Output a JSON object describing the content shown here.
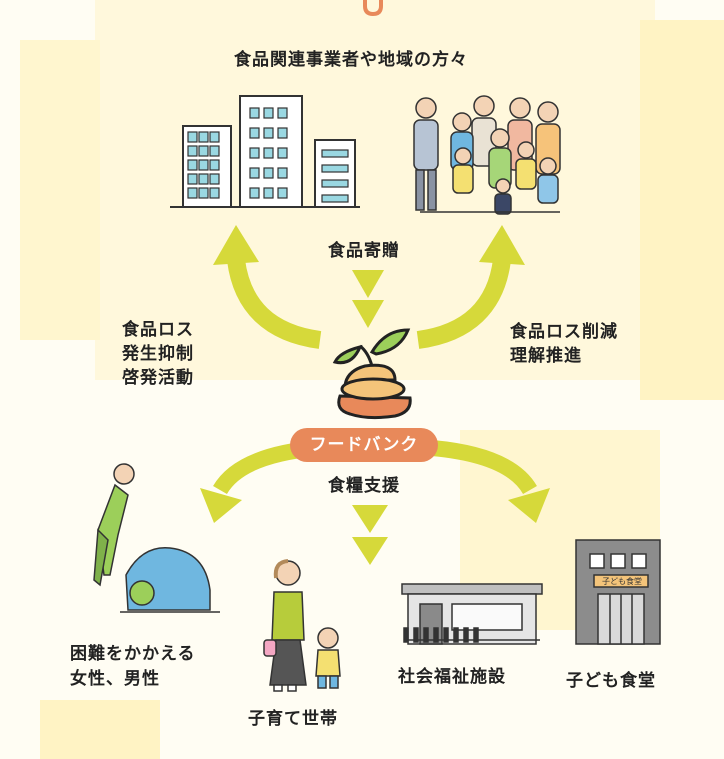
{
  "colors": {
    "background": "#fffdf3",
    "patch_light": "#fff7d6",
    "patch_mid": "#fff2bf",
    "arrow": "#d6d93a",
    "accent_orange": "#e8895a",
    "pill_text": "#ffffff"
  },
  "top": {
    "title": "食品関連事業者や地域の方々",
    "donation_label": "食品寄贈"
  },
  "left_label": [
    "食品ロス",
    "発生抑制",
    "啓発活動"
  ],
  "right_label": [
    "食品ロス削減",
    "理解推進"
  ],
  "center": {
    "name": "フードバンク",
    "support_label": "食糧支援"
  },
  "recipients": {
    "people_in_need": [
      "困難をかかえる",
      "女性、男性"
    ],
    "child_households": "子育て世帯",
    "welfare_facilities": "社会福祉施設",
    "children_cafeteria": "子ども食堂",
    "cafeteria_sign": "子ども食堂"
  },
  "icons": [
    "office-buildings-icon",
    "community-people-icon",
    "food-bank-sprout-logo-icon",
    "distressed-people-icon",
    "parent-child-icon",
    "welfare-facility-building-icon",
    "children-cafeteria-building-icon"
  ]
}
